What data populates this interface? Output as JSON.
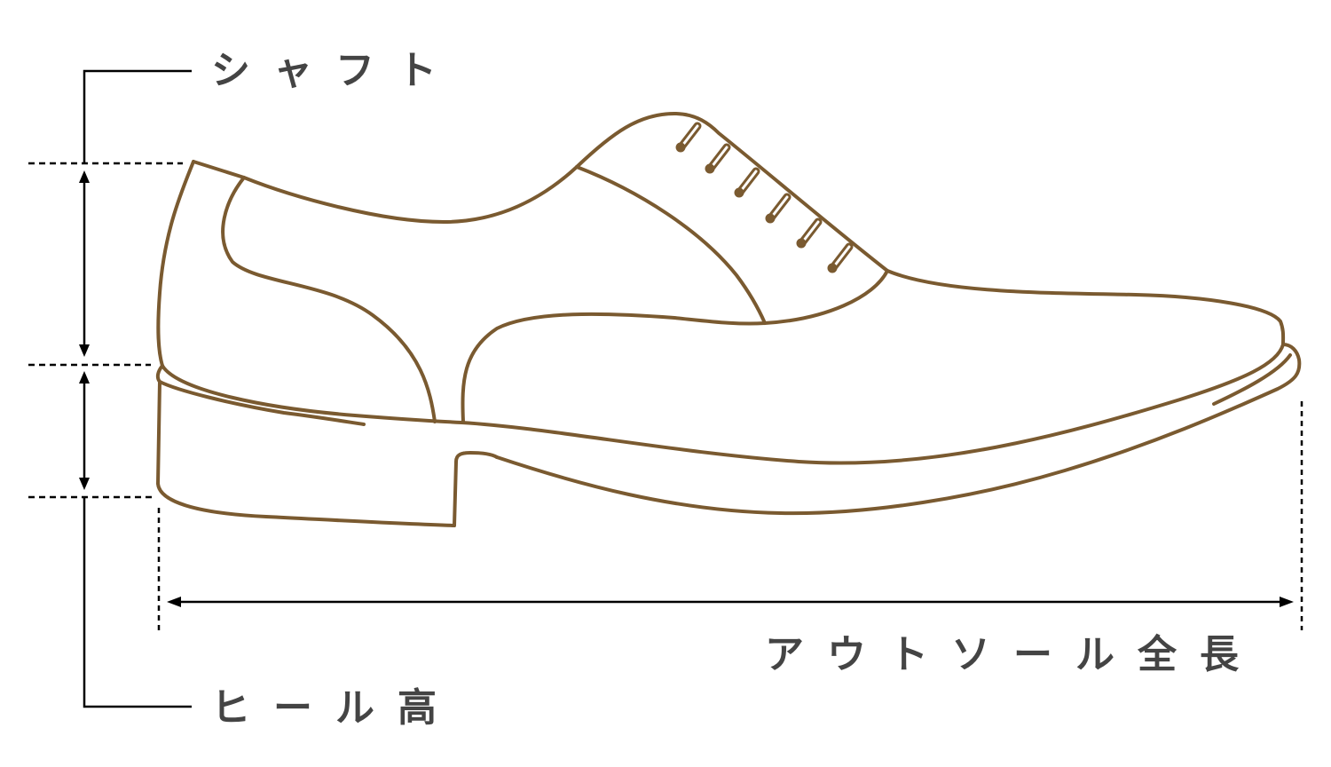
{
  "diagram": {
    "title": "shoe-measurement-diagram",
    "labels": {
      "shaft": "シャフト",
      "heel_height": "ヒール高",
      "outsole_length": "アウトソール全長"
    },
    "colors": {
      "shoe_outline": "#7a5a30",
      "dimension_lines": "#000000",
      "label_text": "#444444",
      "background": "#ffffff"
    },
    "eyelet_count": 6
  }
}
